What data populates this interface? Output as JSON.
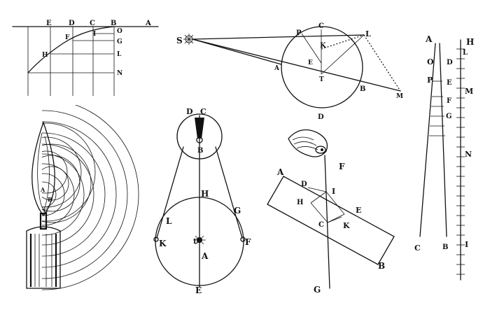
{
  "figures": {
    "fig1": {
      "labels": [
        "E",
        "D",
        "C",
        "B",
        "A",
        "O",
        "F",
        "I",
        "G",
        "H",
        "L",
        "N"
      ]
    },
    "fig2": {
      "labels": [
        "S",
        "P",
        "C",
        "L",
        "K",
        "E",
        "T",
        "A",
        "B",
        "M",
        "D"
      ]
    },
    "fig3": {
      "labels": [
        "A",
        "O",
        "P",
        "C",
        "B",
        "H",
        "L",
        "D",
        "E",
        "M",
        "F",
        "G",
        "N",
        "I"
      ]
    },
    "fig4": {
      "labels": [
        "A",
        "B",
        "C"
      ]
    },
    "fig5": {
      "labels": [
        "D",
        "C",
        "B",
        "H",
        "L",
        "G",
        "K",
        "F",
        "D",
        "A",
        "E"
      ]
    },
    "fig6": {
      "labels": [
        "F",
        "A",
        "D",
        "I",
        "H",
        "E",
        "C",
        "K",
        "B",
        "G"
      ]
    }
  },
  "colors": {
    "ink": "#111111",
    "paper": "#ffffff"
  }
}
